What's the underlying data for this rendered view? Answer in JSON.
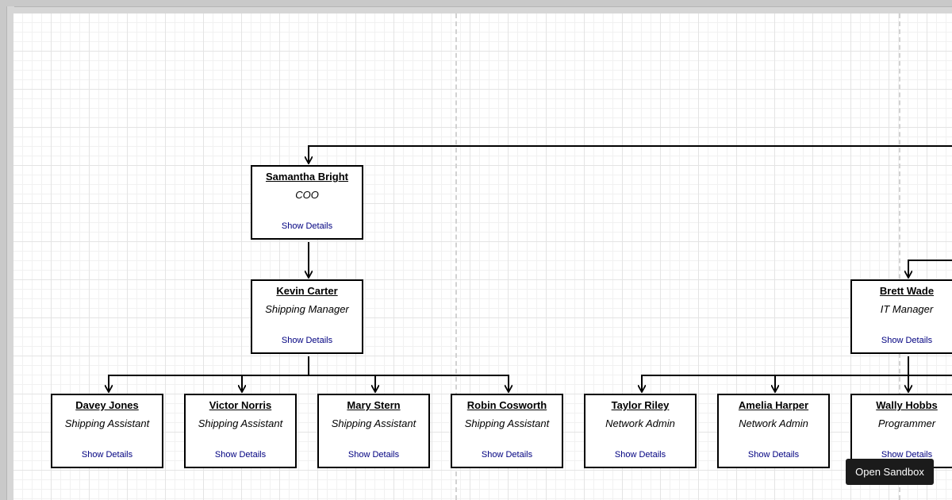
{
  "nodes": [
    {
      "id": "samantha",
      "name": "Samantha Bright",
      "role": "COO",
      "details": "Show Details"
    },
    {
      "id": "kevin",
      "name": "Kevin Carter",
      "role": "Shipping Manager",
      "details": "Show Details"
    },
    {
      "id": "brett",
      "name": "Brett Wade",
      "role": "IT Manager",
      "details": "Show Details"
    },
    {
      "id": "davey",
      "name": "Davey Jones",
      "role": "Shipping Assistant",
      "details": "Show Details"
    },
    {
      "id": "victor",
      "name": "Victor Norris",
      "role": "Shipping Assistant",
      "details": "Show Details"
    },
    {
      "id": "mary",
      "name": "Mary Stern",
      "role": "Shipping Assistant",
      "details": "Show Details"
    },
    {
      "id": "robin",
      "name": "Robin Cosworth",
      "role": "Shipping Assistant",
      "details": "Show Details"
    },
    {
      "id": "taylor",
      "name": "Taylor Riley",
      "role": "Network Admin",
      "details": "Show Details"
    },
    {
      "id": "amelia",
      "name": "Amelia Harper",
      "role": "Network Admin",
      "details": "Show Details"
    },
    {
      "id": "wally",
      "name": "Wally Hobbs",
      "role": "Programmer",
      "details": "Show Details"
    }
  ],
  "edges": [
    {
      "from": "kevin",
      "to": "davey"
    },
    {
      "from": "kevin",
      "to": "victor"
    },
    {
      "from": "kevin",
      "to": "mary"
    },
    {
      "from": "kevin",
      "to": "robin"
    },
    {
      "from": "samantha",
      "to": "kevin"
    },
    {
      "from": "brett",
      "to": "taylor"
    },
    {
      "from": "brett",
      "to": "amelia"
    },
    {
      "from": "brett",
      "to": "wally"
    }
  ],
  "sandbox_button": {
    "label": "Open Sandbox"
  }
}
